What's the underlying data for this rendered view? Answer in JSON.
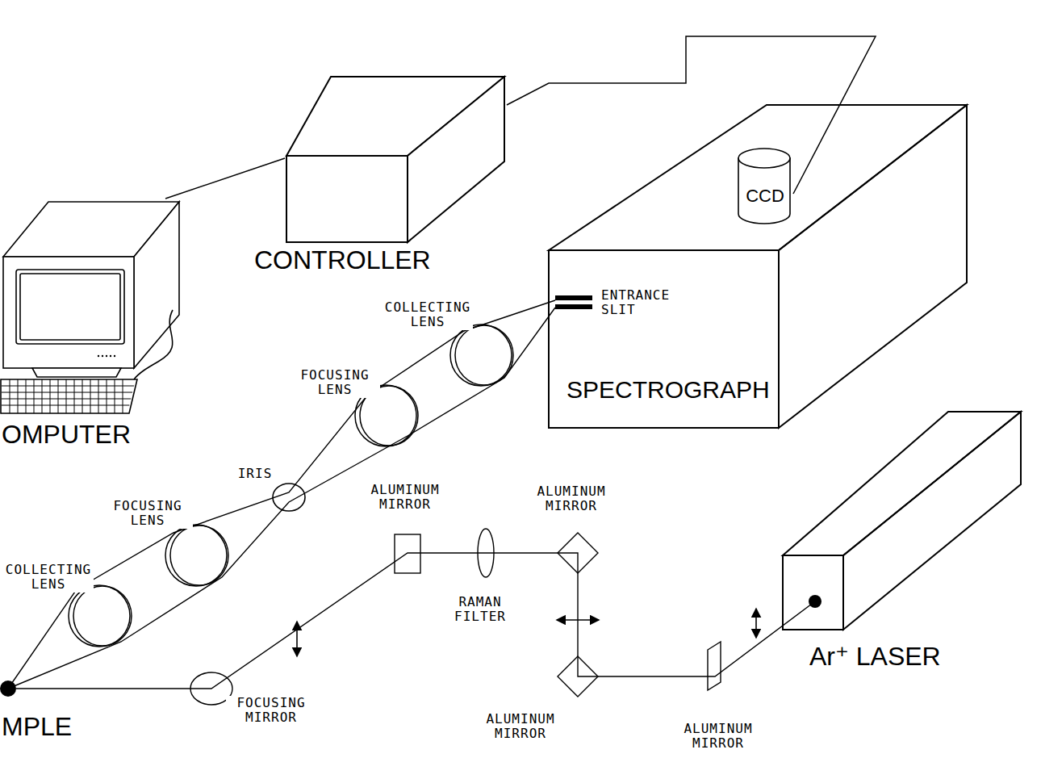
{
  "diagram": {
    "nodes": [
      {
        "text": [
          "OMPUTER"
        ]
      },
      {
        "text": [
          "CONTROLLER"
        ]
      },
      {
        "text": [
          "ENTRANCE SLIT",
          "SPECTROGRAPH"
        ]
      },
      {
        "text": [
          "CCD"
        ],
        "in": 2
      },
      {
        "text": [
          "Ar⁺ LASER"
        ]
      }
    ],
    "edges": [
      {
        "from": 0,
        "to": 1,
        "arrow": "none"
      },
      {
        "from": 1,
        "to": 3,
        "arrow": "none"
      }
    ],
    "labels": [
      "COLLECTING LENS",
      "FOCUSING LENS",
      "IRIS",
      "ALUMINUM MIRROR",
      "ALUMINUM MIRROR",
      "FOCUSING LENS",
      "COLLECTING LENS",
      "RAMAN FILTER",
      "MPLE",
      "FOCUSING MIRROR",
      "ALUMINUM MIRROR",
      "ALUMINUM MIRROR"
    ]
  }
}
